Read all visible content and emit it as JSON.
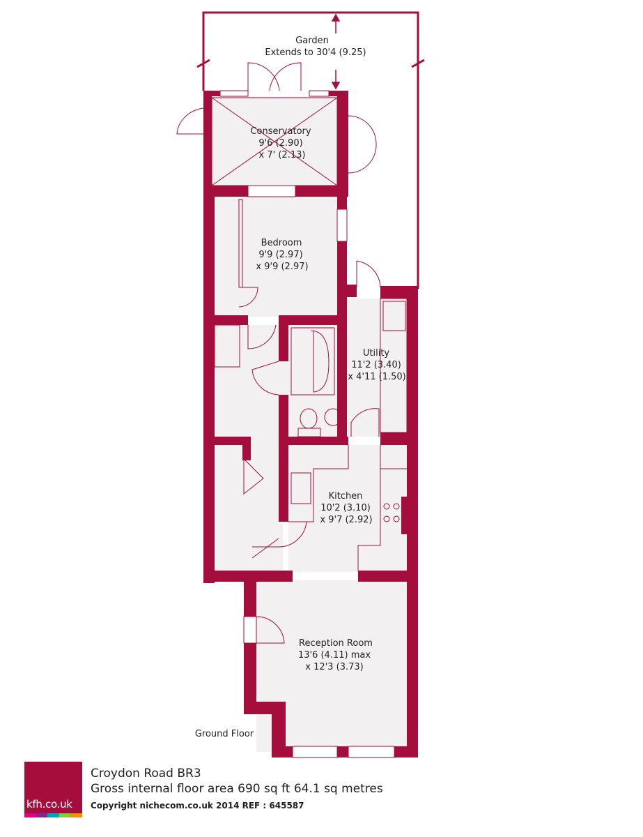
{
  "labels": {
    "garden_title": "Garden",
    "garden_extent": "Extends to 30'4 (9.25)",
    "conservatory_name": "Conservatory",
    "conservatory_dim1": "9'6 (2.90)",
    "conservatory_dim2": "x 7' (2.13)",
    "bedroom_name": "Bedroom",
    "bedroom_dim1": "9'9 (2.97)",
    "bedroom_dim2": "x 9'9 (2.97)",
    "utility_name": "Utility",
    "utility_dim1": "11'2 (3.40)",
    "utility_dim2": "x 4'11 (1.50)",
    "kitchen_name": "Kitchen",
    "kitchen_dim1": "10'2 (3.10)",
    "kitchen_dim2": "x 9'7 (2.92)",
    "reception_name": "Reception Room",
    "reception_dim1": "13'6 (4.11) max",
    "reception_dim2": "x 12'3 (3.73)",
    "floor_name": "Ground Floor"
  },
  "footer": {
    "address": "Croydon Road  BR3",
    "area": "Gross internal floor area 690 sq ft 64.1 sq metres",
    "copyright": "Copyright nichecom.co.uk 2014    REF : 645587"
  },
  "logo": {
    "text": "kfh.co.uk",
    "strip_colors": [
      "#e4007d",
      "#7d2a8f",
      "#00a4b4",
      "#8cc63f",
      "#f39200"
    ]
  },
  "colors": {
    "wall": "#a50d3c",
    "floor": "#f2f0f0",
    "line": "#a50d3c"
  }
}
